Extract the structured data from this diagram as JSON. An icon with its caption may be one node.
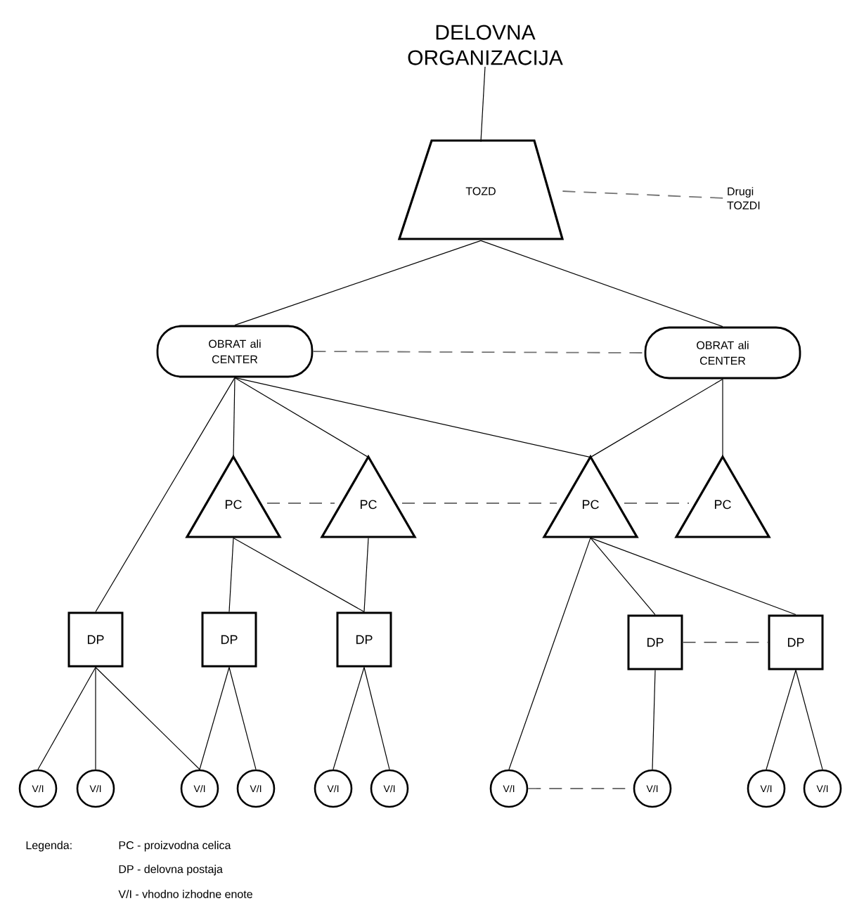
{
  "diagram": {
    "nodes": [
      {
        "text": [
          "DELOVNA ORGANIZACIJA"
        ]
      },
      {
        "text": [
          "TOZD"
        ]
      },
      {
        "text": [
          "Drugi TOZDI"
        ]
      },
      {
        "text": [
          "OBRAT ali CENTER"
        ]
      },
      {
        "text": [
          "OBRAT ali CENTER"
        ]
      },
      {
        "text": [
          "PC"
        ]
      },
      {
        "text": [
          "PC"
        ]
      },
      {
        "text": [
          "PC"
        ]
      },
      {
        "text": [
          "PC"
        ]
      },
      {
        "text": [
          "DP"
        ]
      },
      {
        "text": [
          "DP"
        ]
      },
      {
        "text": [
          "DP"
        ]
      },
      {
        "text": [
          "DP"
        ]
      },
      {
        "text": [
          "DP"
        ]
      },
      {
        "text": [
          "V/I"
        ]
      },
      {
        "text": [
          "V/I"
        ]
      },
      {
        "text": [
          "V/I"
        ]
      },
      {
        "text": [
          "V/I"
        ]
      },
      {
        "text": [
          "V/I"
        ]
      },
      {
        "text": [
          "V/I"
        ]
      },
      {
        "text": [
          "V/I"
        ]
      },
      {
        "text": [
          "V/I"
        ]
      },
      {
        "text": [
          "V/I"
        ]
      },
      {
        "text": [
          "V/I"
        ]
      }
    ],
    "edges": [
      {
        "from": 0,
        "to": 1,
        "arrow": "none"
      },
      {
        "from": 1,
        "to": 2,
        "arrow": "none",
        "style": "dashed",
        "color": "#737373"
      },
      {
        "from": 1,
        "to": 3,
        "arrow": "none"
      },
      {
        "from": 1,
        "to": 4,
        "arrow": "none"
      },
      {
        "from": 3,
        "to": 4,
        "arrow": "none",
        "style": "dashed",
        "color": "#737373"
      },
      {
        "from": 3,
        "to": 9,
        "arrow": "none"
      },
      {
        "from": 3,
        "to": 5,
        "arrow": "none"
      },
      {
        "from": 3,
        "to": 6,
        "arrow": "none"
      },
      {
        "from": 3,
        "to": 7,
        "arrow": "none"
      },
      {
        "from": 4,
        "to": 7,
        "arrow": "none"
      },
      {
        "from": 4,
        "to": 8,
        "arrow": "none"
      },
      {
        "from": 5,
        "to": 6,
        "arrow": "none",
        "style": "dashed",
        "color": "#737373"
      },
      {
        "from": 6,
        "to": 7,
        "arrow": "none",
        "style": "dashed",
        "color": "#737373"
      },
      {
        "from": 7,
        "to": 8,
        "arrow": "none",
        "style": "dashed",
        "color": "#737373"
      },
      {
        "from": 5,
        "to": 10,
        "arrow": "none"
      },
      {
        "from": 5,
        "to": 11,
        "arrow": "none"
      },
      {
        "from": 6,
        "to": 11,
        "arrow": "none"
      },
      {
        "from": 7,
        "to": 20,
        "arrow": "none"
      },
      {
        "from": 7,
        "to": 12,
        "arrow": "none"
      },
      {
        "from": 7,
        "to": 13,
        "arrow": "none"
      },
      {
        "from": 12,
        "to": 13,
        "arrow": "none",
        "style": "dashed",
        "color": "#737373"
      },
      {
        "from": 9,
        "to": 14,
        "arrow": "none"
      },
      {
        "from": 9,
        "to": 15,
        "arrow": "none"
      },
      {
        "from": 9,
        "to": 16,
        "arrow": "none"
      },
      {
        "from": 10,
        "to": 16,
        "arrow": "none"
      },
      {
        "from": 10,
        "to": 17,
        "arrow": "none"
      },
      {
        "from": 11,
        "to": 18,
        "arrow": "none"
      },
      {
        "from": 11,
        "to": 19,
        "arrow": "none"
      },
      {
        "from": 12,
        "to": 21,
        "arrow": "none"
      },
      {
        "from": 13,
        "to": 22,
        "arrow": "none"
      },
      {
        "from": 13,
        "to": 23,
        "arrow": "none"
      },
      {
        "from": 20,
        "to": 21,
        "arrow": "none",
        "style": "dashed",
        "color": "#737373"
      }
    ],
    "labels": [
      "Legenda:",
      "PC - proizvodna celica",
      "DP - delovna postaja",
      "V/I - vhodno izhodne enote"
    ]
  }
}
